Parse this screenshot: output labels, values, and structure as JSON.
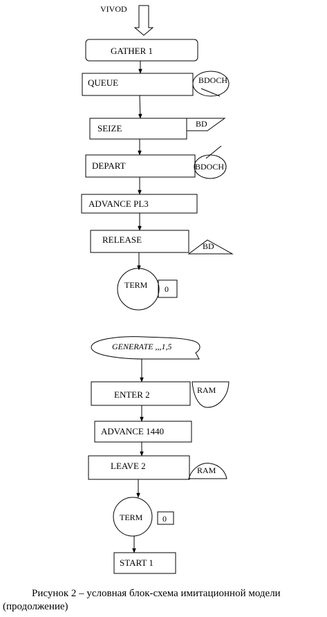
{
  "diagram": {
    "top_label": "VIVOD",
    "blocks": {
      "gather": "GATHER  1",
      "queue": "QUEUE",
      "seize": "SEIZE",
      "depart": "DEPART",
      "advance_pl3": "ADVANCE  PL3",
      "release": "RELEASE",
      "term1": "TERM",
      "term1_value": "0",
      "generate": "GENERATE ,,,1,5",
      "enter": "ENTER 2",
      "advance_1440": "ADVANCE 1440",
      "leave": "LEAVE  2",
      "term2": "TERM",
      "term2_value": "0",
      "start": "START 1"
    },
    "side_labels": {
      "bdoch_queue": "BDOCH",
      "bd_seize": "BD",
      "bdoch_depart": "BDOCH",
      "bd_release": "BD",
      "ram_enter": "RAM",
      "ram_leave": "RAM"
    }
  },
  "caption": {
    "line1": "Рисунок 2 – условная блок-схема имитационной модели",
    "line2": "(продолжение)"
  }
}
